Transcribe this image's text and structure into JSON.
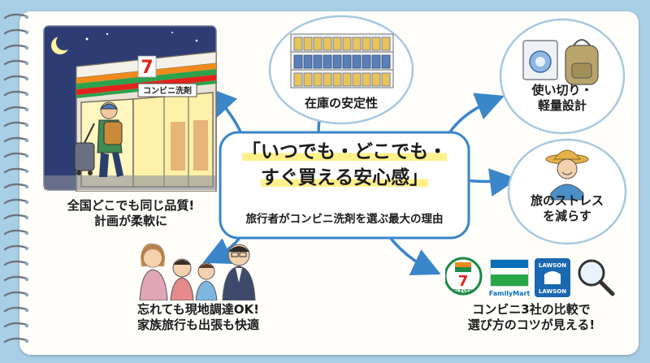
{
  "center": {
    "headline_line1": "「いつでも・どこでも・",
    "headline_line2": "すぐ買える安心感」",
    "subtitle": "旅行者がコンビニ洗剤を選ぶ最大の理由"
  },
  "nodes": {
    "store": {
      "sign": "コンビニ洗剤",
      "line1": "全国どこでも同じ品質!",
      "line2": "計画が柔軟に"
    },
    "stock": {
      "line1": "在庫の安定性"
    },
    "single_use": {
      "line1": "使い切り・",
      "line2": "軽量設計"
    },
    "stress": {
      "line1": "旅のストレス",
      "line2": "を減らす"
    },
    "local": {
      "line1": "忘れても現地調達OK!",
      "line2": "家族旅行も出張も快適"
    },
    "compare": {
      "line1": "コンビニ3社の比較で",
      "line2": "選び方のコツが見える!"
    }
  },
  "logos": {
    "seven_digit": "7",
    "seven_text": "ELEVEN",
    "familymart": "FamilyMart",
    "lawson_top": "LAWSON",
    "lawson_bottom": "LAWSON"
  },
  "colors": {
    "arrow": "#3a86c8",
    "highlight": "#fff08a",
    "seven_green": "#1a8a45",
    "seven_orange": "#f08a1c",
    "seven_red": "#e2231a",
    "familymart_blue": "#0a6fb8",
    "familymart_green": "#29a54a",
    "lawson_blue": "#1a68b0"
  }
}
